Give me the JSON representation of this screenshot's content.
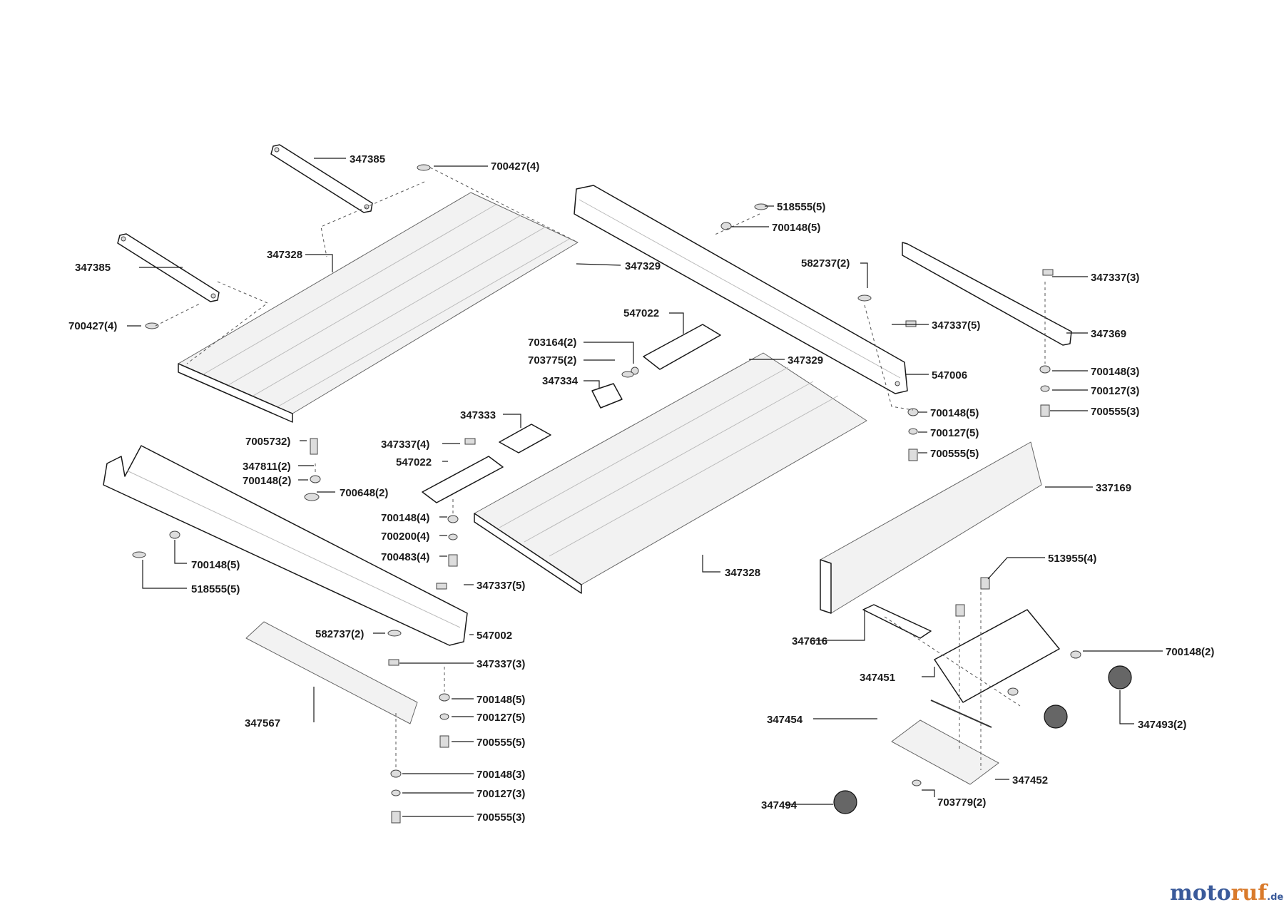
{
  "logo": {
    "main_1": "moto",
    "main_2": "ruf",
    "suffix": ".de",
    "color_a": "#3a5a9a",
    "color_b": "#d97a2b"
  },
  "labels": [
    "347385",
    "700427(4)",
    "347385",
    "347328",
    "347329",
    "700427(4)",
    "518555(5)",
    "700148(5)",
    "582737(2)",
    "347337(3)",
    "347369",
    "547022",
    "703164(2)",
    "703775(2)",
    "347334",
    "347329",
    "547006",
    "347337(5)",
    "700148(3)",
    "700127(3)",
    "700555(3)",
    "347333",
    "7005732)",
    "347337(4)",
    "547022",
    "347811(2)",
    "700148(2)",
    "700648(2)",
    "700148(4)",
    "700200(4)",
    "700483(4)",
    "700148(5)",
    "700127(5)",
    "700555(5)",
    "337169",
    "347328",
    "700148(5)",
    "518555(5)",
    "347337(5)",
    "513955(4)",
    "582737(2)",
    "547002",
    "347616",
    "347337(3)",
    "700148(2)",
    "347451",
    "700148(5)",
    "700127(5)",
    "700555(5)",
    "347567",
    "347454",
    "347493(2)",
    "700148(3)",
    "700127(3)",
    "347452",
    "700555(3)",
    "347494",
    "703779(2)"
  ]
}
